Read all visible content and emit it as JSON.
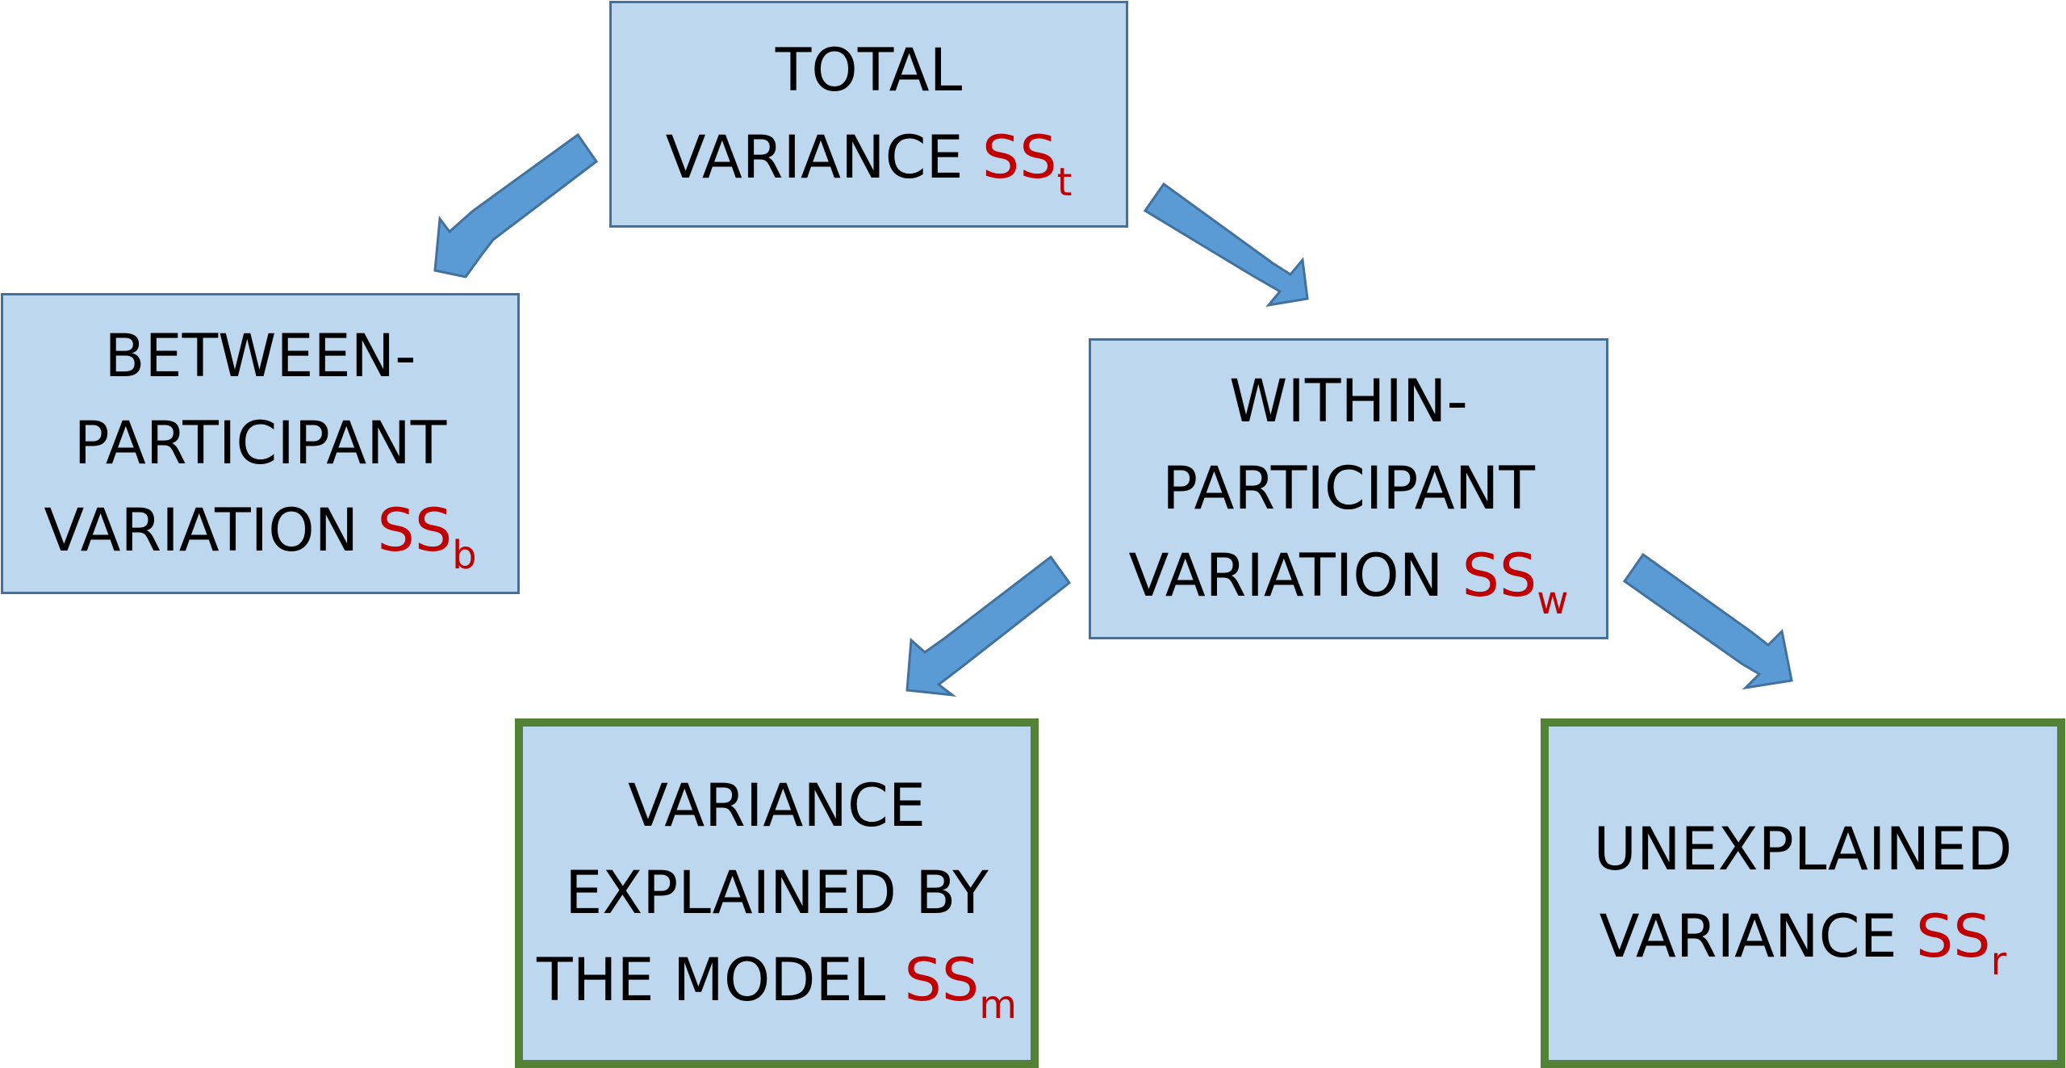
{
  "colors": {
    "box_fill": "#bdd7ee",
    "box_border": "#41719c",
    "result_border": "#538135",
    "arrow_fill": "#5b9bd5",
    "symbol_color": "#c00000"
  },
  "nodes": {
    "total": {
      "lines": [
        "TOTAL",
        "VARIANCE"
      ],
      "symbol": "SS",
      "subscript": "t"
    },
    "between": {
      "lines": [
        "BETWEEN-",
        "PARTICIPANT",
        "VARIATION"
      ],
      "symbol": "SS",
      "subscript": "b"
    },
    "within": {
      "lines": [
        "WITHIN-",
        "PARTICIPANT",
        "VARIATION"
      ],
      "symbol": "SS",
      "subscript": "w"
    },
    "model": {
      "lines": [
        "VARIANCE",
        "EXPLAINED BY",
        "THE MODEL"
      ],
      "symbol": "SS",
      "subscript": "m"
    },
    "residual": {
      "lines": [
        "UNEXPLAINED",
        "VARIANCE"
      ],
      "symbol": "SS",
      "subscript": "r"
    }
  },
  "edges": [
    {
      "from": "total",
      "to": "between"
    },
    {
      "from": "total",
      "to": "within"
    },
    {
      "from": "within",
      "to": "model"
    },
    {
      "from": "within",
      "to": "residual"
    }
  ]
}
